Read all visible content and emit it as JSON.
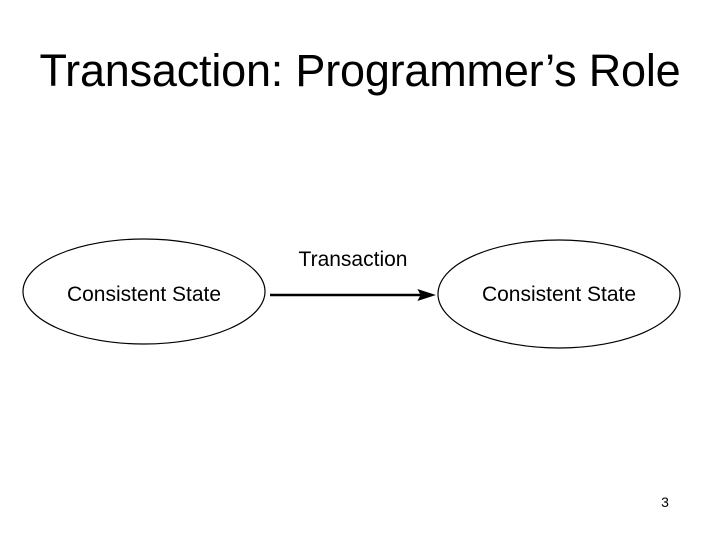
{
  "slide": {
    "title": "Transaction: Programmer’s Role",
    "page_number": "3",
    "background_color": "#ffffff",
    "text_color": "#000000"
  },
  "diagram": {
    "type": "flow",
    "stroke_color": "#000000",
    "fill_color": "#ffffff",
    "nodes": [
      {
        "id": "left-state",
        "shape": "ellipse",
        "label": "Consistent State"
      },
      {
        "id": "right-state",
        "shape": "ellipse",
        "label": "Consistent State"
      }
    ],
    "edges": [
      {
        "id": "transaction-arrow",
        "from": "left-state",
        "to": "right-state",
        "label": "Transaction",
        "arrowhead": "triangle"
      }
    ]
  }
}
